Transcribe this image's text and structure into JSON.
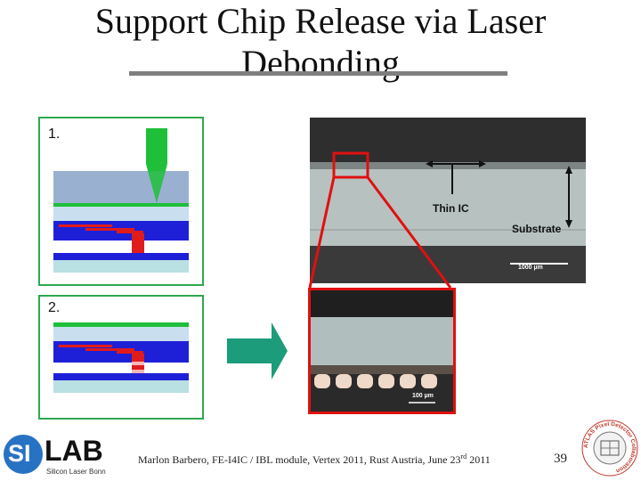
{
  "slide": {
    "title_line1": "Support Chip Release via Laser",
    "title_line2": "Debonding"
  },
  "steps": {
    "step1_label": "1.",
    "step2_label": "2."
  },
  "photo": {
    "thin_ic_label": "Thin IC",
    "substrate_label": "Substrate",
    "scale_top": "1000 µm",
    "scale_bottom": "100 µm"
  },
  "footer": {
    "text_main": "Marlon Barbero, FE-I4IC / IBL module, Vertex 2011, Rust Austria, June 23",
    "text_sup": "rd",
    "text_end": " 2011",
    "page_number": "39"
  },
  "logos": {
    "silab_si": "SI",
    "silab_lab": "LAB",
    "silab_sub": "Silicon Laser Bonn",
    "atlas_ring": "ATLAS Pixel Detector Collaboration"
  },
  "colors": {
    "panel_border": "#2fa84f",
    "laser_green": "#1fbf3a",
    "glass_blue": "#9ab0d0",
    "chip_blue": "#1e20d8",
    "bump_red": "#e01b1b",
    "substrate_cyan": "#b9e0e3",
    "arrow_teal": "#1c9c7a",
    "zoom_red": "#e01010"
  }
}
